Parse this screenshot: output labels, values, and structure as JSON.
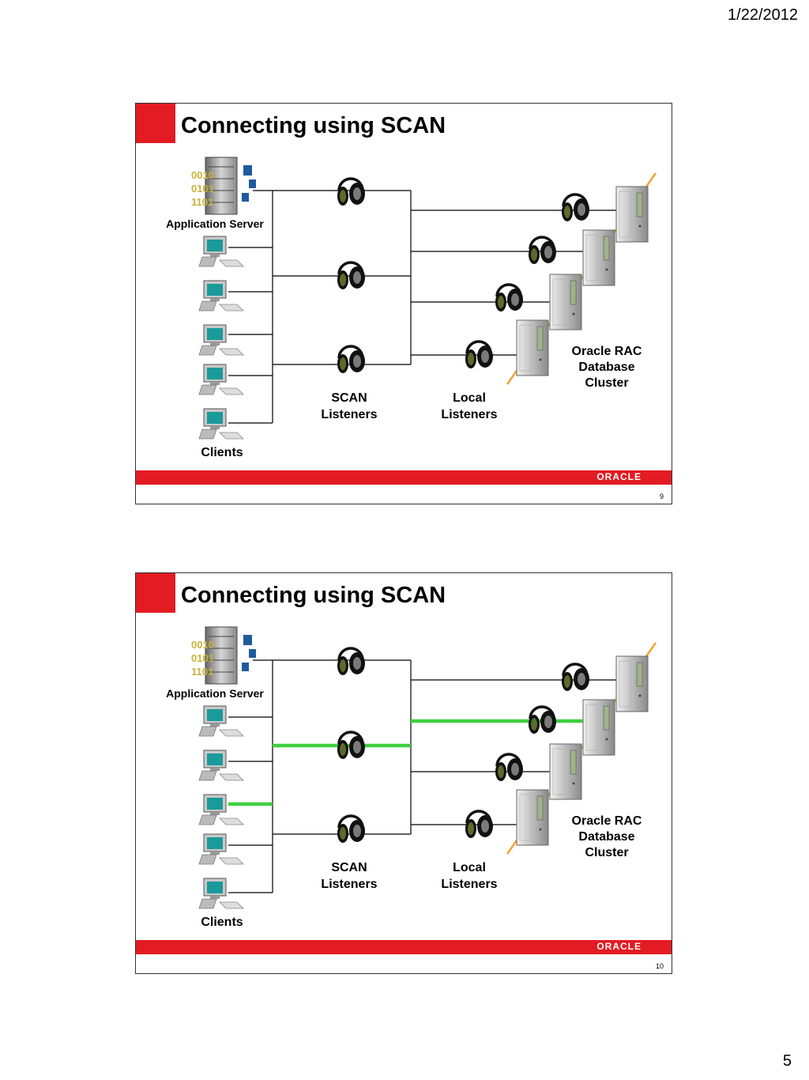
{
  "page": {
    "date": "1/22/2012",
    "number": "5"
  },
  "slides": [
    {
      "title": "Connecting using SCAN",
      "labels": {
        "app_server": "Application Server",
        "scan": "SCAN\nListeners",
        "local": "Local\nListeners",
        "rac": "Oracle RAC\nDatabase\nCluster",
        "clients": "Clients"
      },
      "footer_logo": "ORACLE",
      "slide_number": "9",
      "active_path": false
    },
    {
      "title": "Connecting using SCAN",
      "labels": {
        "app_server": "Application Server",
        "scan": "SCAN\nListeners",
        "local": "Local\nListeners",
        "rac": "Oracle RAC\nDatabase\nCluster",
        "clients": "Clients"
      },
      "footer_logo": "ORACLE",
      "slide_number": "10",
      "active_path": true
    }
  ],
  "colors": {
    "brand_red": "#e31b23",
    "active_path": "#3fcf3f",
    "server_link": "#f2a234"
  },
  "server_binary_text": [
    "0010",
    "0101",
    "1101"
  ]
}
